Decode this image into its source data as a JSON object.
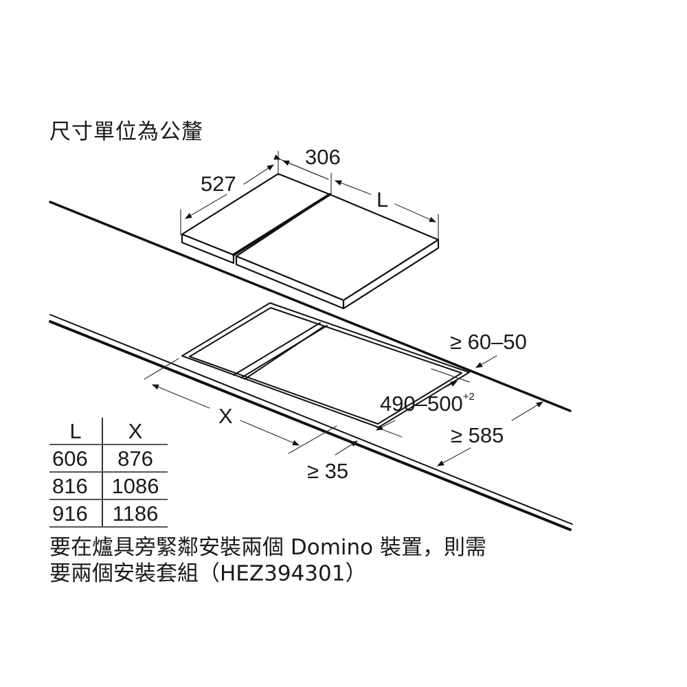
{
  "title": "尺寸單位為公釐",
  "dimensions": {
    "depth": "527",
    "width_unit": "306",
    "length": "L",
    "rear_clearance": "≥ 60–50",
    "cutout_depth": "490–500",
    "cutout_depth_tolerance": "+2",
    "countertop_depth": "≥ 585",
    "front_clearance": "≥ 35",
    "cutout_width": "X"
  },
  "table": {
    "headers": [
      "L",
      "X"
    ],
    "rows": [
      [
        "606",
        "876"
      ],
      [
        "816",
        "1086"
      ],
      [
        "916",
        "1186"
      ]
    ]
  },
  "note": {
    "line1": "要在爐具旁緊鄰安裝兩個 Domino 裝置，則需",
    "line2": "要兩個安裝套組（HEZ394301）"
  }
}
